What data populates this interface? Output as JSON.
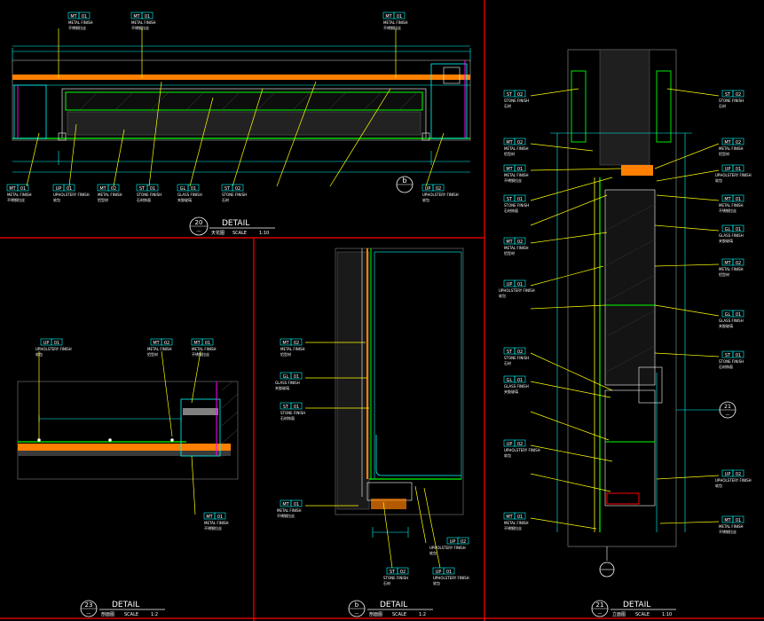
{
  "colors": {
    "background": "#000000",
    "frame": "#ff0000",
    "tag": "#00ffff",
    "leader": "#ffff00",
    "dim": "#00ffff",
    "wall": "#ff00ff",
    "metal": "#00ff00",
    "orange": "#ff8000",
    "white": "#ffffff",
    "grey": "#808080"
  },
  "panels": {
    "top_left": {
      "callout": {
        "number": "20",
        "sheet": "—"
      },
      "title": "DETAIL",
      "subtitle": "天花图",
      "scale_label": "SCALE",
      "scale": "1:10",
      "section_mark": "b",
      "tags": [
        {
          "code": "MT",
          "num": "01",
          "label1": "METAL FINISH",
          "label2": "不锈钢拉丝"
        },
        {
          "code": "UP",
          "num": "01",
          "label1": "UPHOLSTERY FINISH",
          "label2": "软包"
        },
        {
          "code": "MT",
          "num": "02",
          "label1": "METAL FINISH",
          "label2": "铝型材"
        },
        {
          "code": "ST",
          "num": "01",
          "label1": "STONE FINISH",
          "label2": "石材饰面"
        },
        {
          "code": "GL",
          "num": "01",
          "label1": "GLASS FINISH",
          "label2": "夹胶玻璃"
        },
        {
          "code": "ST",
          "num": "02",
          "label1": "STONE FINISH",
          "label2": "石材"
        },
        {
          "code": "UP",
          "num": "02",
          "label1": "UPHOLSTERY FINISH",
          "label2": "软包"
        }
      ]
    },
    "bottom_left": {
      "callout": {
        "number": "23",
        "sheet": "—"
      },
      "title": "DETAIL",
      "subtitle": "剖面图",
      "scale_label": "SCALE",
      "scale": "1:2"
    },
    "bottom_center": {
      "callout": {
        "number": "b",
        "sheet": "—"
      },
      "title": "DETAIL",
      "subtitle": "剖面图",
      "scale_label": "SCALE",
      "scale": "1:2"
    },
    "right": {
      "callout": {
        "number": "21",
        "sheet": "—"
      },
      "title": "DETAIL",
      "subtitle": "立面图",
      "scale_label": "SCALE",
      "scale": "1:10",
      "section_mark": "21",
      "section_sheet": "—"
    }
  }
}
